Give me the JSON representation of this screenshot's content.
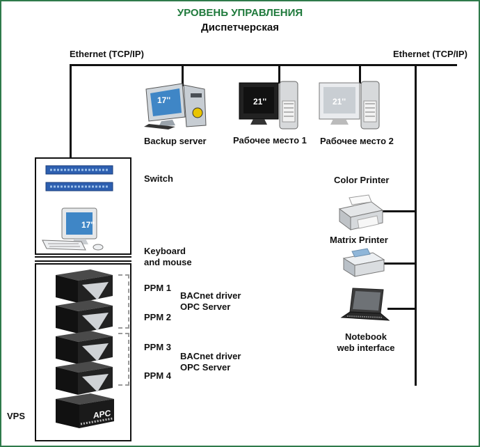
{
  "header": {
    "title": "УРОВЕНЬ УПРАВЛЕНИЯ",
    "subtitle": "Диспетчерская"
  },
  "network": {
    "ethernet_left": "Ethernet (TCP/IP)",
    "ethernet_right": "Ethernet (TCP/IP)"
  },
  "workstations": {
    "backup_label": "Backup server",
    "backup_screen": "17''",
    "ws1_label": "Рабочее место 1",
    "ws1_screen": "21''",
    "ws2_label": "Рабочее место 2",
    "ws2_screen": "21''"
  },
  "rack": {
    "switch_label": "Switch",
    "console_screen": "17''",
    "keyboard_label_1": "Keyboard",
    "keyboard_label_2": "and mouse",
    "vps_label": "VPS",
    "ups_brand": "APC"
  },
  "servers": {
    "ppm1": "PPM 1",
    "ppm2": "PPM 2",
    "ppm3": "PPM 3",
    "ppm4": "PPM 4",
    "group1_line1": "BACnet driver",
    "group1_line2": "OPC Server",
    "group2_line1": "BACnet driver",
    "group2_line2": "OPC Server"
  },
  "peripherals": {
    "color_printer": "Color Printer",
    "matrix_printer": "Matrix Printer",
    "notebook_line1": "Notebook",
    "notebook_line2": "web interface"
  },
  "colors": {
    "title_green": "#1f7a3c",
    "border_green": "#2f7a4a",
    "line": "#111111",
    "switch_blue": "#2d5fb0",
    "screen_blue": "#3f86c6"
  }
}
